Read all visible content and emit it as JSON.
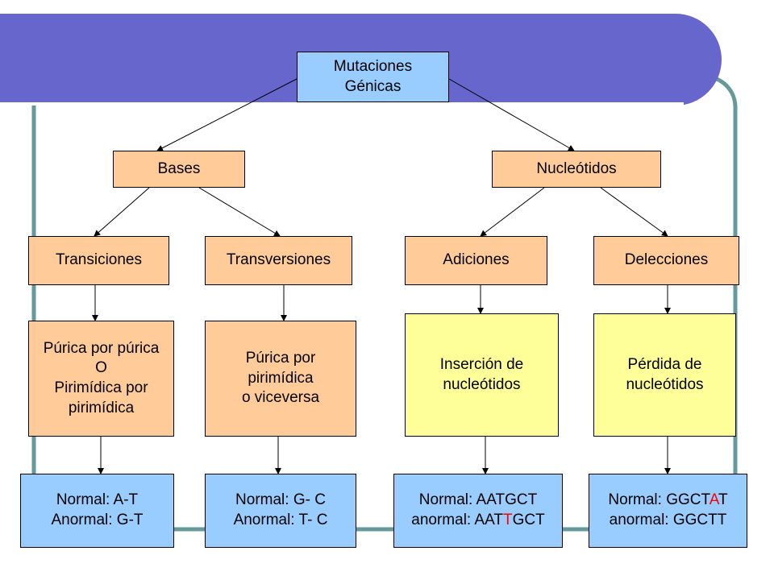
{
  "colors": {
    "banner": "#6666cc",
    "frame": "#669999",
    "root_fill": "#99ccff",
    "category_fill": "#ffcc99",
    "yellow_fill": "#ffff99",
    "example_fill": "#99ccff",
    "highlight": "#ff0000"
  },
  "root": {
    "label": "Mutaciones\nGénicas"
  },
  "level1": {
    "bases": "Bases",
    "nucleotidos": "Nucleótidos"
  },
  "level2": {
    "transiciones": "Transiciones",
    "transversiones": "Transversiones",
    "adiciones": "Adiciones",
    "delecciones": "Delecciones"
  },
  "descriptions": {
    "transiciones": "Púrica por púrica\nO\nPirimídica por\npirimídica",
    "transversiones": "Púrica por\npirimídica\no viceversa",
    "adiciones": "Inserción de\nnucleótidos",
    "delecciones": "Pérdida de\nnucleótidos"
  },
  "examples": {
    "transiciones": {
      "line1": "Normal: A-T",
      "line2": "Anormal: G-T"
    },
    "transversiones": {
      "line1": "Normal: G- C",
      "line2": "Anormal: T- C"
    },
    "adiciones": {
      "line1": "Normal: AATGCT",
      "line2_a": "anormal: AAT",
      "line2_hl": "T",
      "line2_b": "GCT"
    },
    "delecciones": {
      "line1_a": "Normal: GGCT",
      "line1_hl": "A",
      "line1_b": "T",
      "line2": "anormal: GGCTT"
    }
  }
}
